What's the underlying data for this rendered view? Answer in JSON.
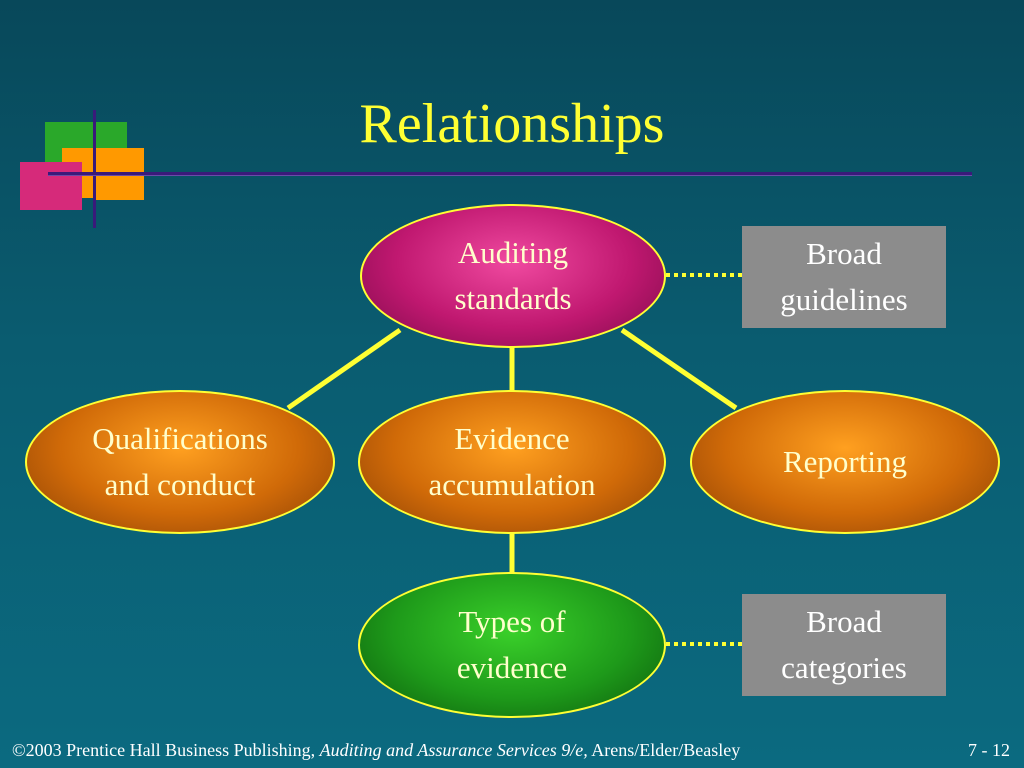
{
  "title": "Relationships",
  "nodes": {
    "auditing_standards": "Auditing\nstandards",
    "qualifications": "Qualifications\nand conduct",
    "evidence_accumulation": "Evidence\naccumulation",
    "reporting": "Reporting",
    "types_of_evidence": "Types of\nevidence"
  },
  "labels": {
    "broad_guidelines": "Broad\nguidelines",
    "broad_categories": "Broad\ncategories"
  },
  "footer": {
    "publisher": "©2003 Prentice Hall Business Publishing, ",
    "book": "Auditing and Assurance Services 9/e,",
    "authors": " Arens/Elder/Beasley",
    "page": "7 - 12"
  },
  "colors": {
    "background": "#0a5c70",
    "title": "#ffff33",
    "connector": "#ffff33",
    "pink_node": "#c01870",
    "orange_node": "#d06a08",
    "green_node": "#1e9a1a",
    "label_box": "#8c8c8c"
  }
}
